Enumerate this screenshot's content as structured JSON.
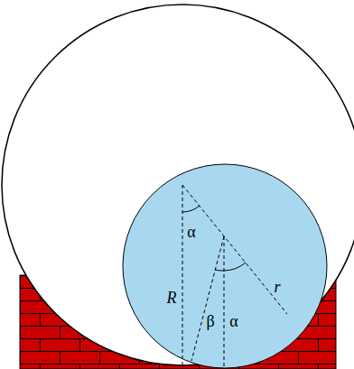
{
  "diagram": {
    "labels": [
      "α",
      "R",
      "r",
      "β",
      "α"
    ]
  }
}
